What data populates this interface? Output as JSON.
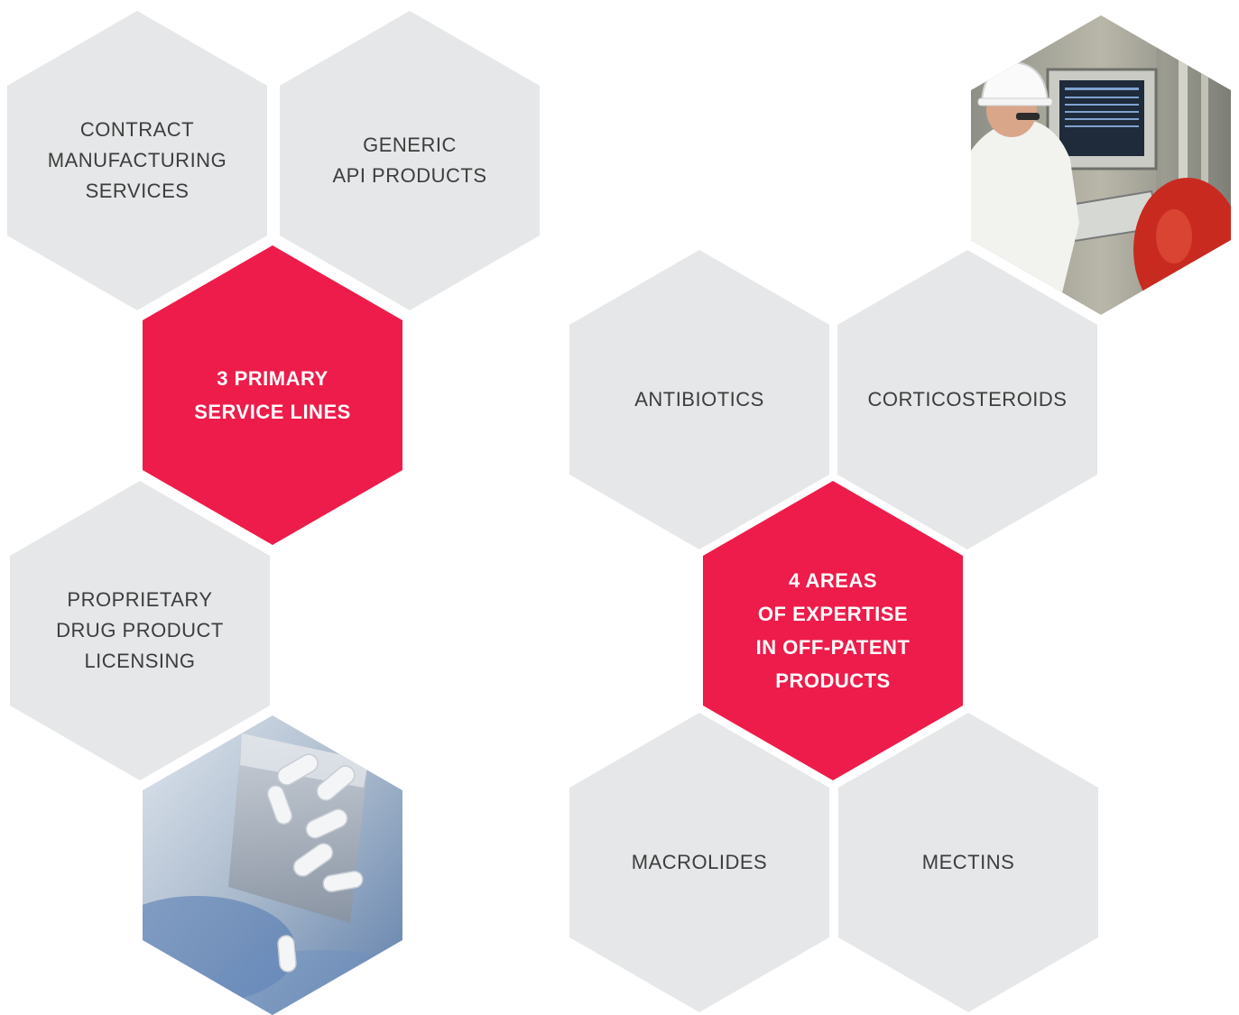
{
  "service_lines": {
    "contract_manufacturing": [
      "CONTRACT",
      "MANUFACTURING",
      "SERVICES"
    ],
    "generic_api": [
      "GENERIC",
      "API PRODUCTS"
    ],
    "primary": [
      "3 PRIMARY",
      "SERVICE LINES"
    ],
    "proprietary_licensing": [
      "PROPRIETARY",
      "DRUG PRODUCT",
      "LICENSING"
    ]
  },
  "expertise": {
    "antibiotics": "ANTIBIOTICS",
    "corticosteroids": "CORTICOSTEROIDS",
    "areas": [
      "4 AREAS",
      "OF EXPERTISE",
      "IN OFF-PATENT",
      "PRODUCTS"
    ],
    "macrolides": "MACROLIDES",
    "mectins": "MECTINS"
  },
  "colors": {
    "accent": "#ed1c4a",
    "hex_grey": "#e6e7e8",
    "text_dark": "#3d3d3d"
  },
  "photos": {
    "factory": "factory-operator-photo",
    "pills": "pills-bag-photo"
  }
}
